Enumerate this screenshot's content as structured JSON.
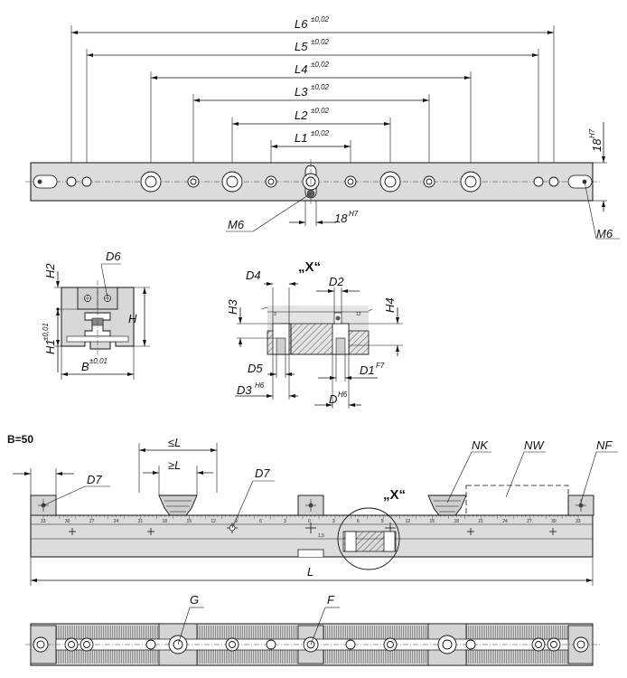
{
  "top_view": {
    "dims": [
      {
        "name": "L6",
        "tol": "±0,02"
      },
      {
        "name": "L5",
        "tol": "±0,02"
      },
      {
        "name": "L4",
        "tol": "±0,02"
      },
      {
        "name": "L3",
        "tol": "±0,02"
      },
      {
        "name": "L2",
        "tol": "±0,02"
      },
      {
        "name": "L1",
        "tol": "±0,02"
      }
    ],
    "right_dim": {
      "name": "18",
      "tol": "H7"
    },
    "bottom_dim": {
      "name": "18",
      "tol": "H7"
    },
    "m6_left": "M6",
    "m6_right": "M6"
  },
  "section": {
    "H2": "H2",
    "D6": "D6",
    "H1": "H1",
    "H1_tol": "±0,01",
    "H": "H",
    "B": "B",
    "B_tol": "±0,01"
  },
  "detail_x": {
    "title": "„X“",
    "D4": "D4",
    "D2": "D2",
    "H3": "H3",
    "H4": "H4",
    "D5": "D5",
    "D1": "D1",
    "D1_tol": "F7",
    "D3": "D3",
    "D3_tol": "H6",
    "D": "D",
    "D_tol": "H6",
    "scale_left": "3",
    "scale_right": "12"
  },
  "front_view": {
    "b_label": "B=50",
    "le_l": "≤L",
    "ge_l": "≥L",
    "D7a": "D7",
    "D7b": "D7",
    "NK": "NK",
    "NW": "NW",
    "NF": "NF",
    "X": "„X“",
    "L": "L",
    "scale_ticks": [
      "33",
      "30",
      "27",
      "24",
      "21",
      "18",
      "15",
      "12",
      "9",
      "6",
      "3",
      "0",
      "3",
      "6",
      "9",
      "12",
      "15",
      "18",
      "21",
      "24",
      "27",
      "30",
      "33"
    ],
    "small_note": "1,5"
  },
  "plan_view": {
    "G": "G",
    "F": "F"
  }
}
